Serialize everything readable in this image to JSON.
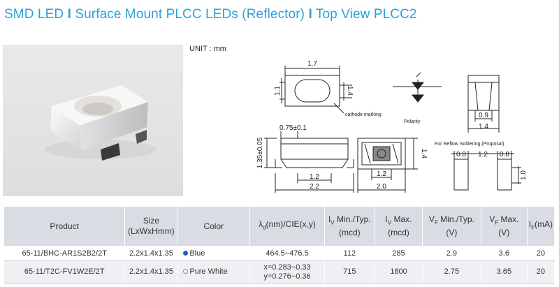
{
  "header": {
    "part1": "SMD LED",
    "sep1": "I",
    "part2": "Surface Mount PLCC LEDs (Reflector)",
    "sep2": "I",
    "part3": "Top View PLCC2"
  },
  "unit_label": "UNIT : mm",
  "drawing_labels": {
    "top_width": "1.7",
    "top_height": "1.1",
    "top_depth": "1.4",
    "cathode": "cathode marking",
    "polarity": "Polarity",
    "side_width1": "0.9",
    "side_width2": "1.4",
    "front_top": "0.75±0.1",
    "front_height": "1.35±0.05",
    "front_inner": "1.2",
    "front_total": "2.2",
    "bottom_inner": "1.2",
    "bottom_total": "2.0",
    "bottom_height": "1.4",
    "reflow_title": "For Reflow Soldering (Proposal)",
    "pad_a": "0.8",
    "pad_gap": "1.2",
    "pad_b": "0.8",
    "pad_h": "1.0"
  },
  "table": {
    "headers": {
      "product": "Product",
      "size1": "Size",
      "size2": "(LxWxHmm)",
      "color": "Color",
      "wl_lambda": "λ",
      "wl_sub": "d",
      "wl_rest": "(nm)/CIE(x,y)",
      "ivmin_i": "I",
      "ivmin_sub": "V",
      "ivmin_rest": "Min./Typ.",
      "ivmin_unit": "(mcd)",
      "ivmax_i": "I",
      "ivmax_sub": "V",
      "ivmax_rest": "Max.",
      "ivmax_unit": "(mcd)",
      "vfmin_v": "V",
      "vfmin_sub": "F",
      "vfmin_rest": "Min./Typ.",
      "vfmin_unit": "(V)",
      "vfmax_v": "V",
      "vfmax_sub": "F",
      "vfmax_rest": "Max.",
      "vfmax_unit": "(V)",
      "if_i": "I",
      "if_sub": "F",
      "if_rest": "(mA)"
    },
    "rows": [
      {
        "product": "65-11/BHC-AR1S2B2/2T",
        "size": "2.2x1.4x1.35",
        "color": "Blue",
        "dot_color": "#2459c8",
        "wl": "464.5~476.5",
        "iv_min": "112",
        "iv_max": "285",
        "vf_min": "2.9",
        "vf_max": "3.6",
        "if": "20"
      },
      {
        "product": "65-11/T2C-FV1W2E/2T",
        "size": "2.2x1.4x1.35",
        "color": "Pure White",
        "dot_color": "#ffffff",
        "wl_x": "x=0.283~0.33",
        "wl_y": "y=0.276~0.36",
        "iv_min": "715",
        "iv_max": "1800",
        "vf_min": "2.75",
        "vf_max": "3.65",
        "if": "20"
      }
    ]
  },
  "colors": {
    "title": "#2ba1d6",
    "header_bg": "#d9dce3",
    "row_alt": "#eff0f3"
  }
}
